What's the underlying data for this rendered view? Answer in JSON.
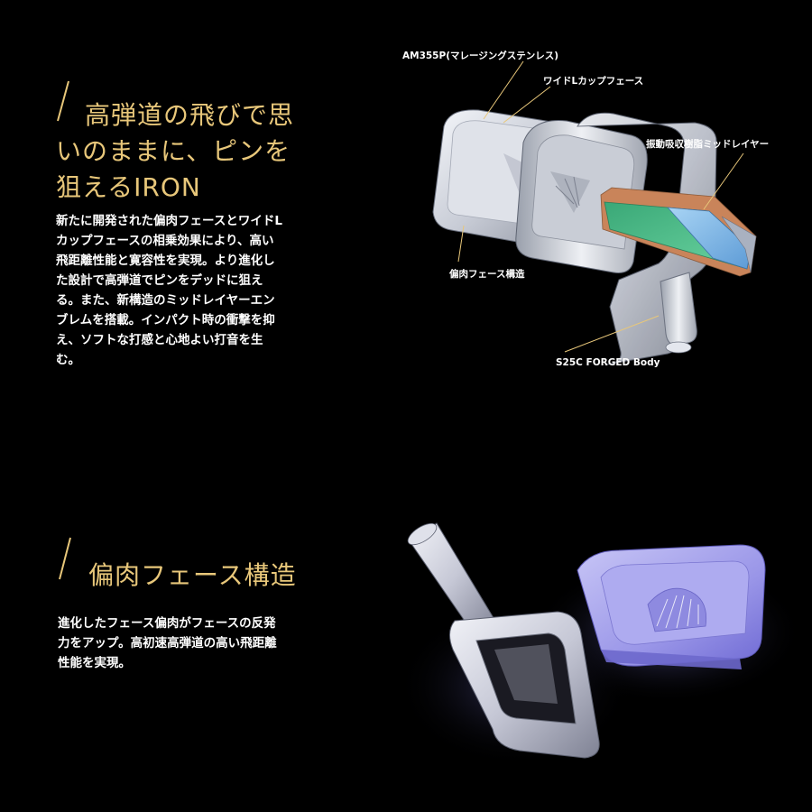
{
  "section1": {
    "heading_lines": [
      "高弾道の飛びで思",
      "いのままに、ピンを",
      "狙えるIRON"
    ],
    "body_lines": [
      "新たに開発された偏肉フェースとワイドL",
      "カップフェースの相乗効果により、高い",
      "飛距離性能と寛容性を実現。より進化し",
      "た設計で高弾道でピンをデッドに狙え",
      "る。また、新構造のミッドレイヤーエン",
      "ブレムを搭載。インパクト時の衝撃を抑",
      "え、ソフトな打感と心地よい打音を生",
      "む。"
    ],
    "callouts": {
      "am355p": "AM355P(マレージングステンレス)",
      "wide_l_cup": "ワイドLカップフェース",
      "mid_layer": "振動吸収樹脂ミッドレイヤー",
      "variable_face": "偏肉フェース構造",
      "s25c_body": "S25C FORGED Body"
    }
  },
  "section2": {
    "heading": "偏肉フェース構造",
    "body_lines": [
      "進化したフェース偏肉がフェースの反発",
      "力をアップ。高初速高弾道の高い飛距離",
      "性能を実現。"
    ]
  },
  "colors": {
    "accent": "#e8c77a",
    "text": "#ffffff",
    "background": "#000000",
    "layer_green": "#4fc08a",
    "layer_blue": "#7fb8e6",
    "layer_copper": "#c9845a",
    "face_violet": "#9a96e8"
  }
}
